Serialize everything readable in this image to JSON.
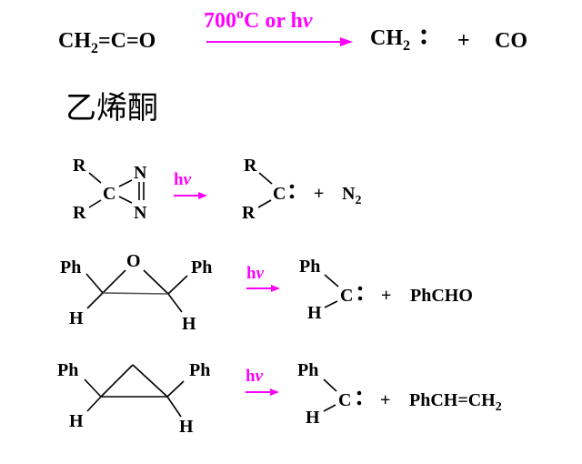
{
  "colors": {
    "text": "#000000",
    "condition": "#ff00ff",
    "background": "#ffffff"
  },
  "reaction1": {
    "reactant": "CH2=C=O",
    "reactant_parts": [
      "CH",
      "2",
      "=C=O"
    ],
    "condition_parts": [
      "700",
      "o",
      "C  or h",
      "ν"
    ],
    "condition": "700°C or hν",
    "product1_parts": [
      "CH",
      "2",
      ":"
    ],
    "plus": "+",
    "product2": "CO"
  },
  "caption": "乙烯酮",
  "reaction2": {
    "reactant": {
      "r_top": "R",
      "r_bottom": "R",
      "center": "C",
      "n_top": "N",
      "n_bottom": "N"
    },
    "condition": "hν",
    "condition_parts": [
      "h",
      "ν"
    ],
    "product1": {
      "r_top": "R",
      "r_bottom": "R",
      "center": "C:"
    },
    "plus": "+",
    "product2_parts": [
      "N",
      "2"
    ]
  },
  "reaction3": {
    "reactant": {
      "ph_left": "Ph",
      "ph_right": "Ph",
      "oxygen": "O",
      "h_left": "H",
      "h_right": "H"
    },
    "condition_parts": [
      "h",
      "ν"
    ],
    "product1": {
      "ph": "Ph",
      "h": "H",
      "center": "C:"
    },
    "plus": "+",
    "product2": "PhCHO"
  },
  "reaction4": {
    "reactant": {
      "ph_left": "Ph",
      "ph_right": "Ph",
      "h_left": "H",
      "h_right": "H"
    },
    "condition_parts": [
      "h",
      "ν"
    ],
    "product1": {
      "ph": "Ph",
      "h": "H",
      "center": "C:"
    },
    "plus": "+",
    "product2_parts": [
      "PhCH=CH",
      "2"
    ]
  }
}
